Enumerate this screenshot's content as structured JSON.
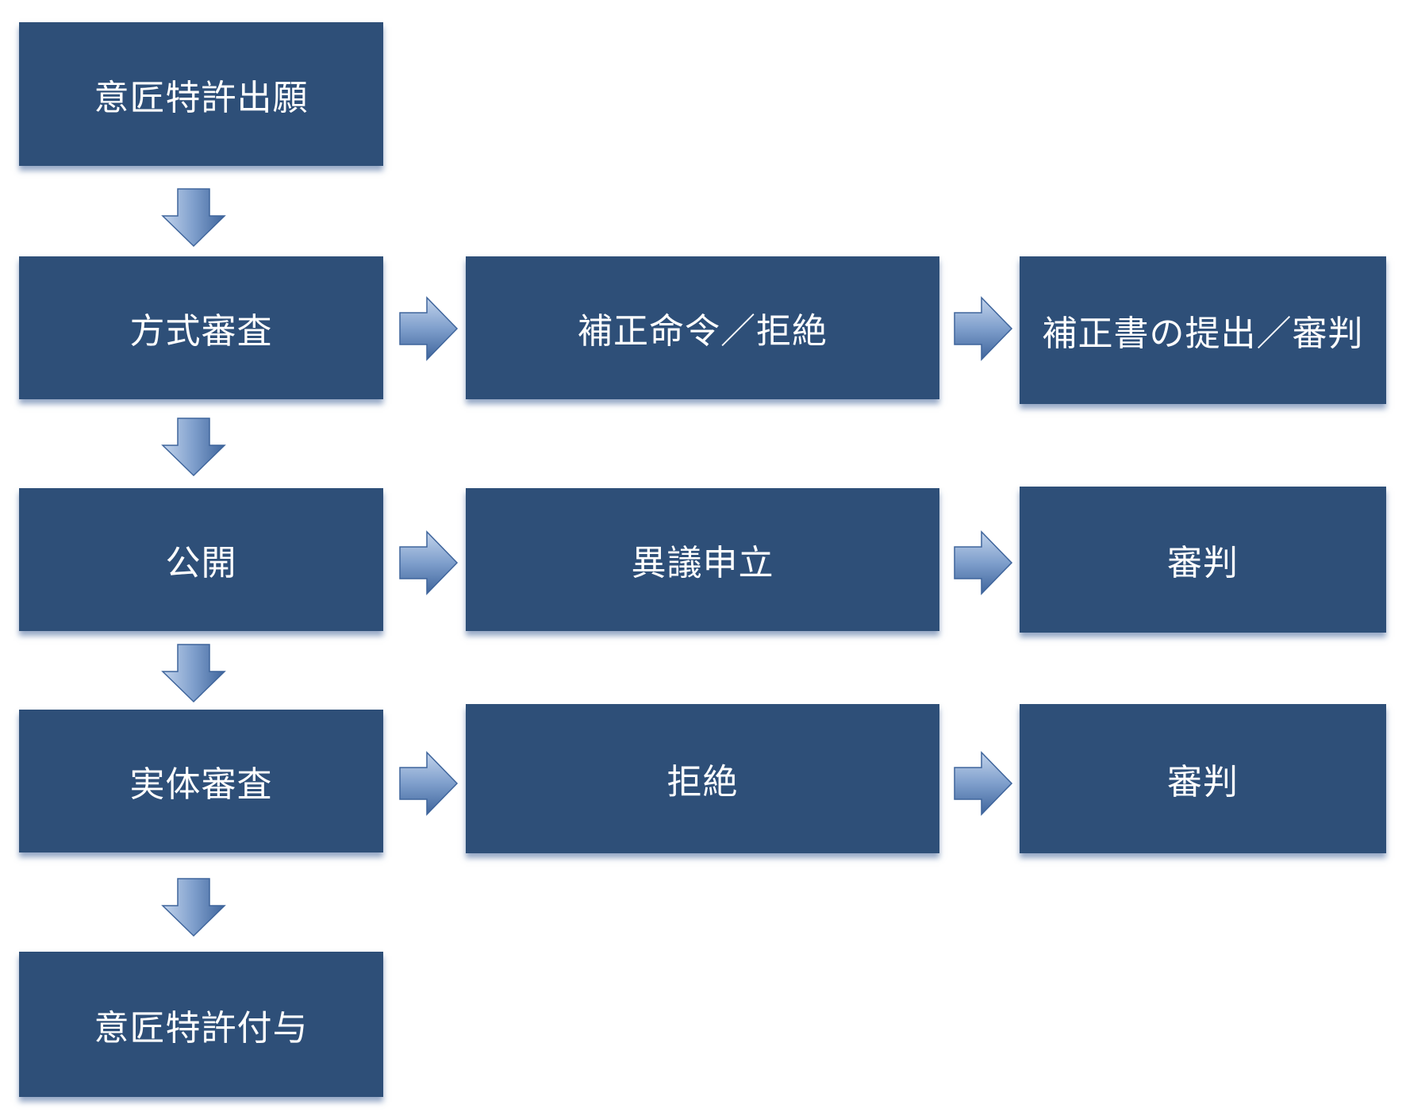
{
  "colors": {
    "box_fill": "#2e4f78",
    "box_text": "#ffffff",
    "arrow_light": "#a9c0e0",
    "arrow_dark": "#4a71a8"
  },
  "flow": {
    "main": [
      "意匠特許出願",
      "方式審査",
      "公開",
      "実体審査",
      "意匠特許付与"
    ],
    "branch_middle": [
      "補正命令／拒絶",
      "異議申立",
      "拒絶"
    ],
    "branch_right": [
      "補正書の提出／審判",
      "審判",
      "審判"
    ]
  },
  "icons": {
    "down": "arrow-down-icon",
    "right": "arrow-right-icon"
  }
}
